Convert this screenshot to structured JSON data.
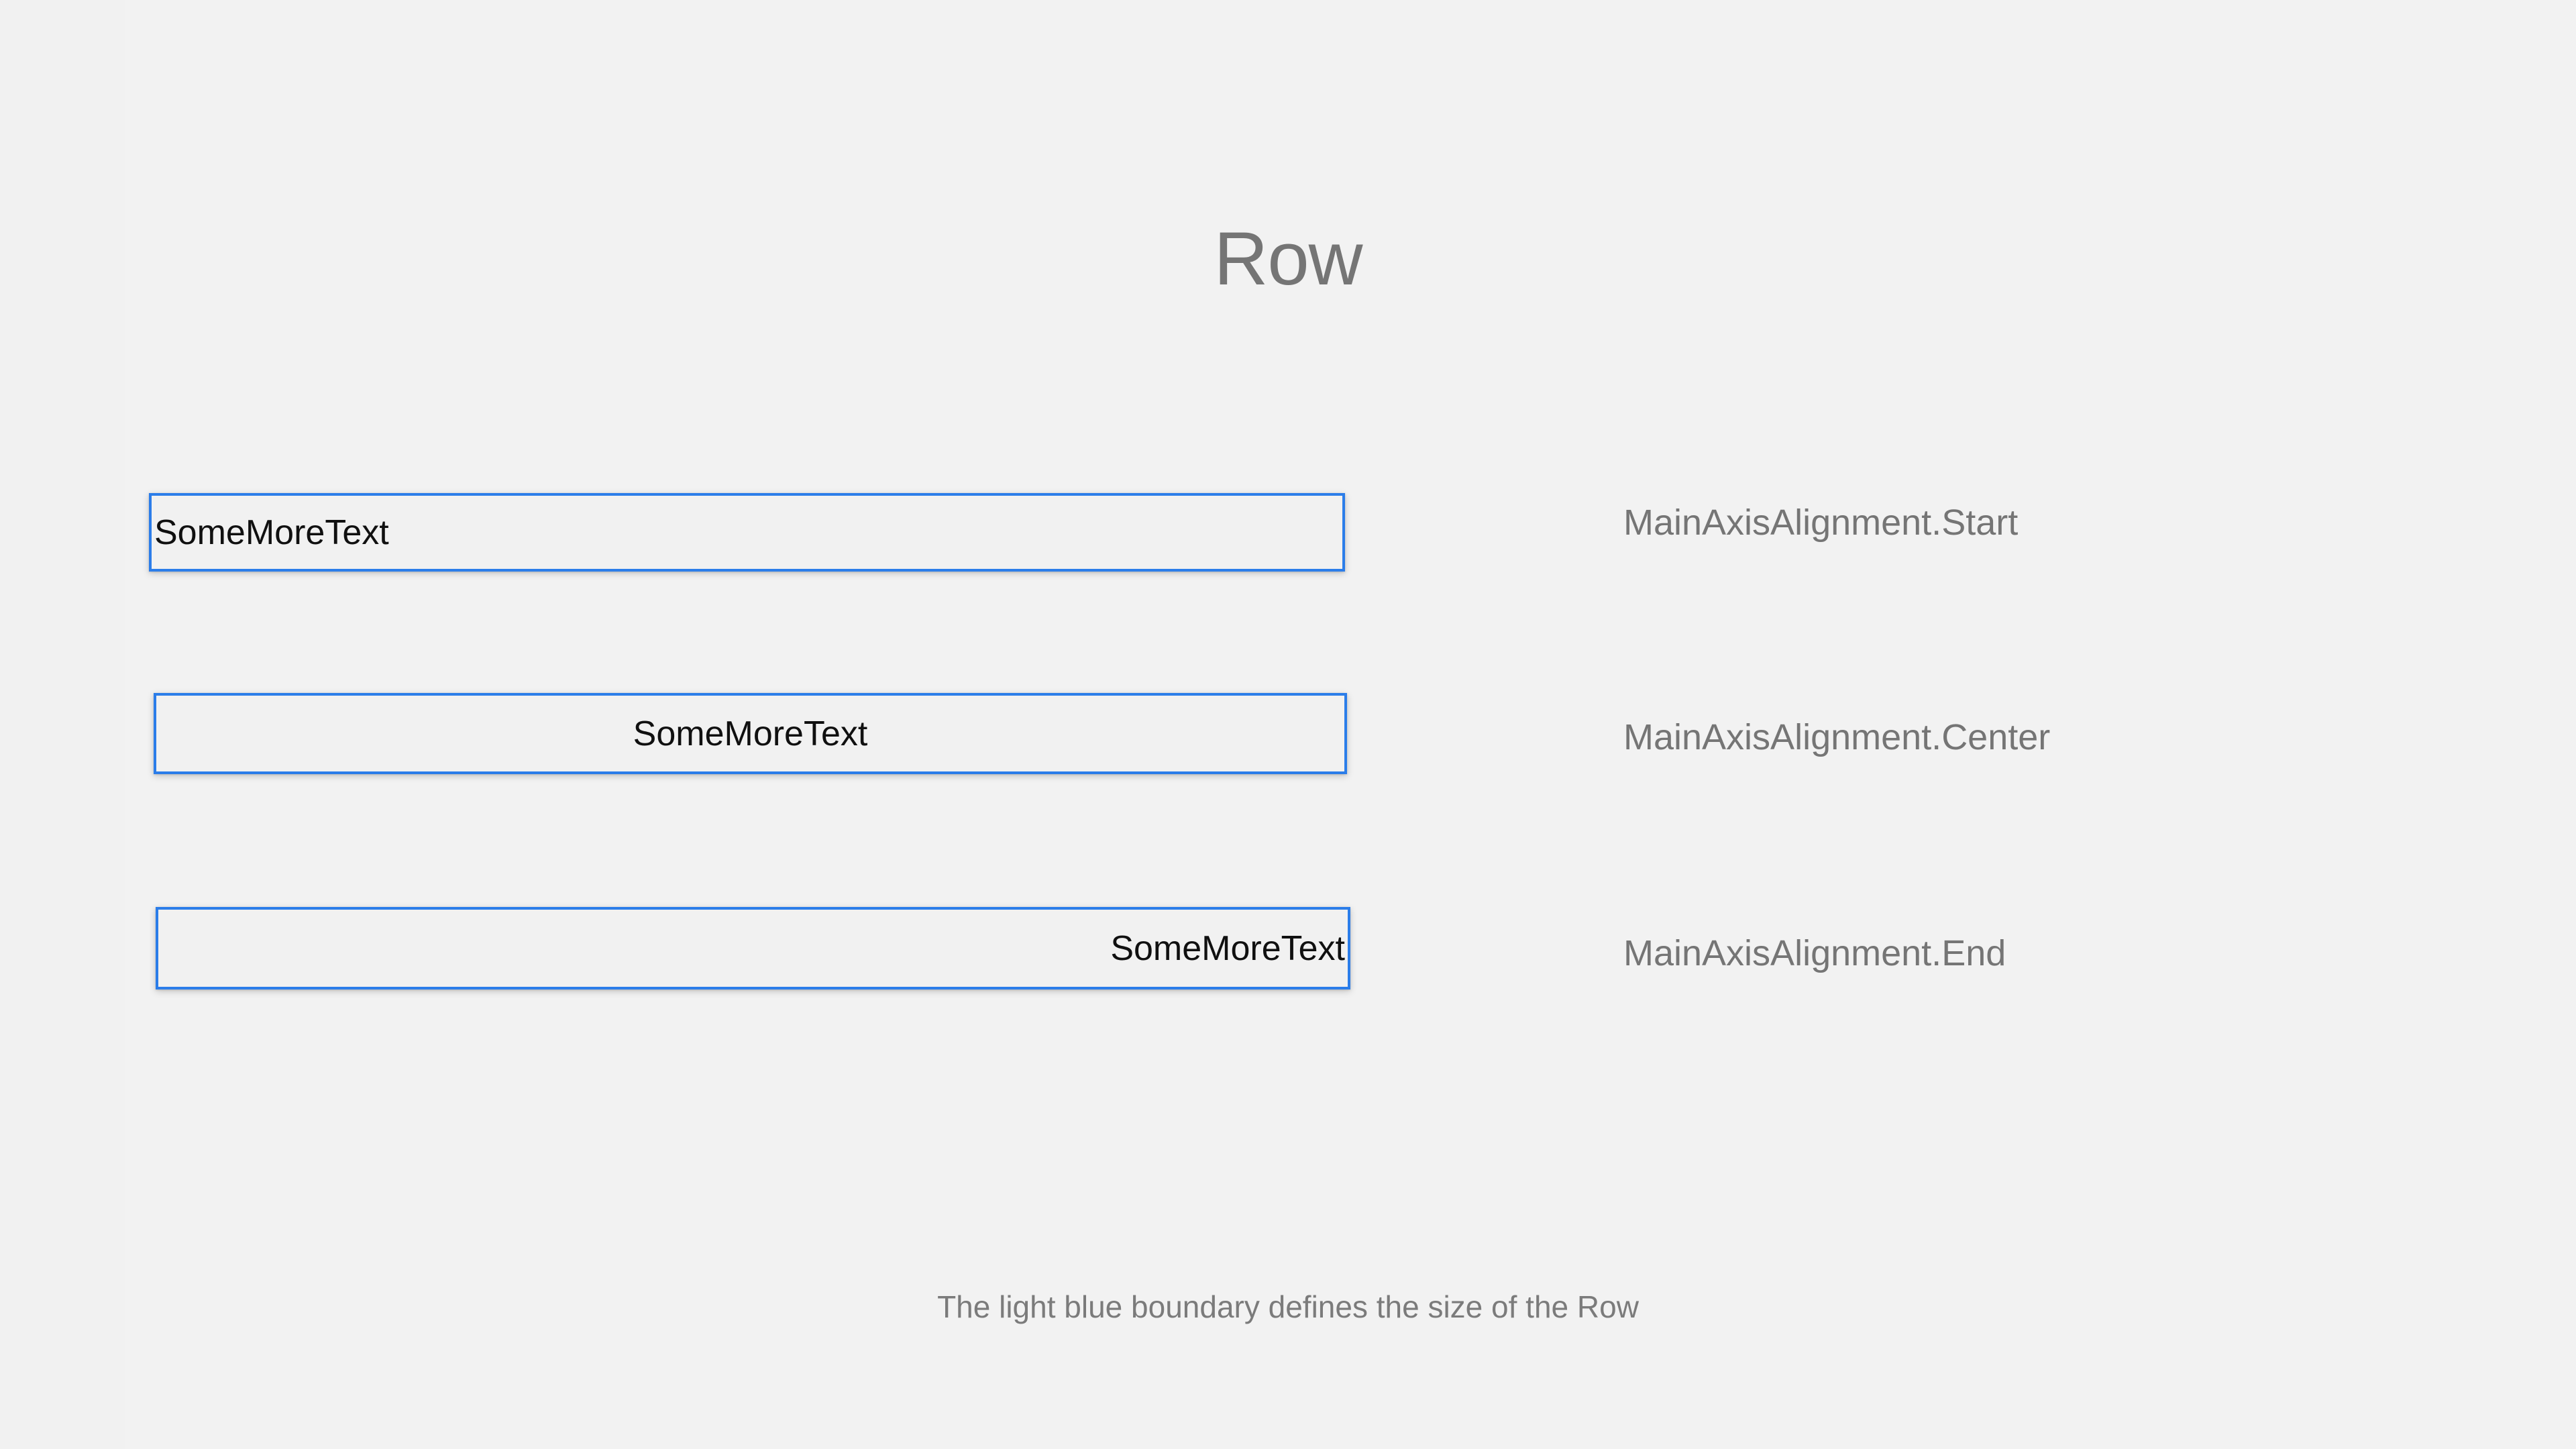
{
  "page": {
    "title": "Row",
    "background_color": "#f1f1f1",
    "title_color": "#757575",
    "boundary_color": "#2b7de9",
    "caption": "The light blue boundary defines the size of the Row"
  },
  "rows": [
    {
      "label": "MainAxisAlignment.Start",
      "text": "SomeMoreText",
      "alignment": "start"
    },
    {
      "label": "MainAxisAlignment.Center",
      "text": "SomeMoreText",
      "alignment": "center"
    },
    {
      "label": "MainAxisAlignment.End",
      "text": "SomeMoreText",
      "alignment": "end"
    }
  ]
}
